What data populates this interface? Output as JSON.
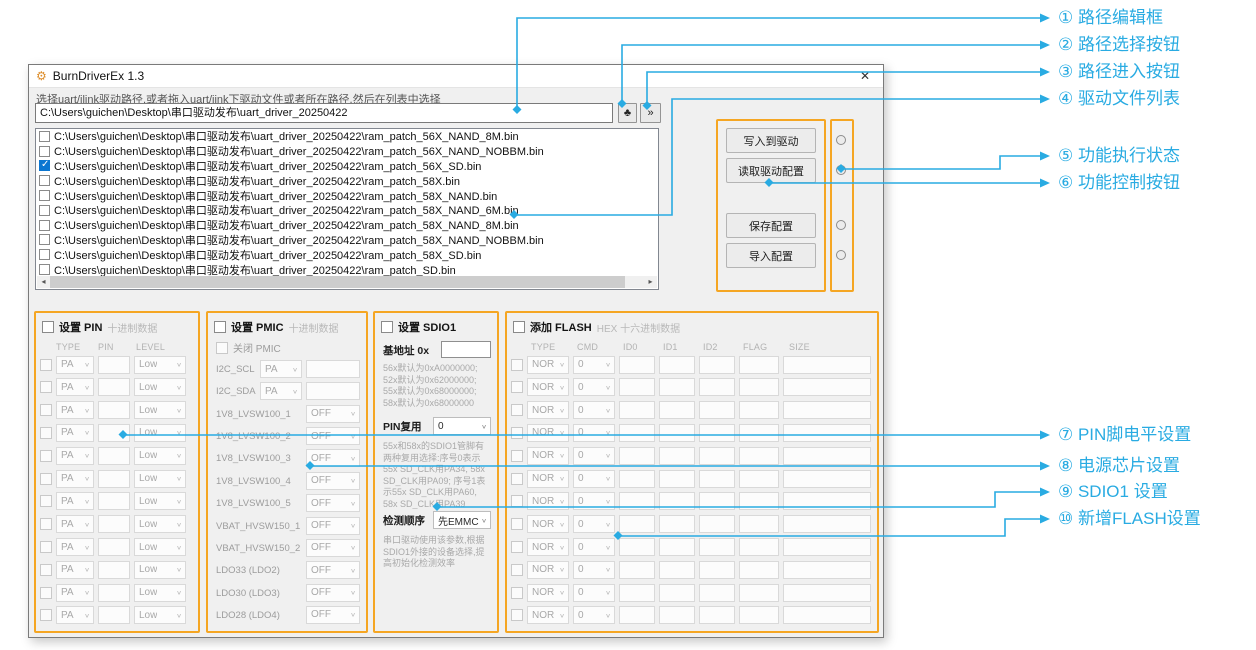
{
  "annotations": {
    "accent_color": "#29ABE2",
    "highlight_color": "#F5A623",
    "labels": [
      "① 路径编辑框",
      "② 路径选择按钮",
      "③ 路径进入按钮",
      "④ 驱动文件列表",
      "⑤ 功能执行状态",
      "⑥ 功能控制按钮",
      "⑦ PIN脚电平设置",
      "⑧ 电源芯片设置",
      "⑨ SDIO1 设置",
      "⑩ 新增FLASH设置"
    ]
  },
  "window": {
    "title": "BurnDriverEx 1.3",
    "close_glyph": "✕",
    "app_icon_glyph": "⚙",
    "instruction": "选择uart/jlink驱动路径,或者拖入uart/jink下驱动文件或者所在路径,然后在列表中选择",
    "path_value": "C:\\Users\\guichen\\Desktop\\串口驱动发布\\uart_driver_20250422",
    "browse_icon": "♣",
    "enter_icon": "»"
  },
  "files": [
    {
      "path": "C:\\Users\\guichen\\Desktop\\串口驱动发布\\uart_driver_20250422\\ram_patch_56X_NAND_8M.bin",
      "checked": false
    },
    {
      "path": "C:\\Users\\guichen\\Desktop\\串口驱动发布\\uart_driver_20250422\\ram_patch_56X_NAND_NOBBM.bin",
      "checked": false
    },
    {
      "path": "C:\\Users\\guichen\\Desktop\\串口驱动发布\\uart_driver_20250422\\ram_patch_56X_SD.bin",
      "checked": true
    },
    {
      "path": "C:\\Users\\guichen\\Desktop\\串口驱动发布\\uart_driver_20250422\\ram_patch_58X.bin",
      "checked": false
    },
    {
      "path": "C:\\Users\\guichen\\Desktop\\串口驱动发布\\uart_driver_20250422\\ram_patch_58X_NAND.bin",
      "checked": false
    },
    {
      "path": "C:\\Users\\guichen\\Desktop\\串口驱动发布\\uart_driver_20250422\\ram_patch_58X_NAND_6M.bin",
      "checked": false
    },
    {
      "path": "C:\\Users\\guichen\\Desktop\\串口驱动发布\\uart_driver_20250422\\ram_patch_58X_NAND_8M.bin",
      "checked": false
    },
    {
      "path": "C:\\Users\\guichen\\Desktop\\串口驱动发布\\uart_driver_20250422\\ram_patch_58X_NAND_NOBBM.bin",
      "checked": false
    },
    {
      "path": "C:\\Users\\guichen\\Desktop\\串口驱动发布\\uart_driver_20250422\\ram_patch_58X_SD.bin",
      "checked": false
    },
    {
      "path": "C:\\Users\\guichen\\Desktop\\串口驱动发布\\uart_driver_20250422\\ram_patch_SD.bin",
      "checked": false
    }
  ],
  "actions": {
    "write_driver": "写入到驱动",
    "read_config": "读取驱动配置",
    "save_config": "保存配置",
    "import_config": "导入配置"
  },
  "pin": {
    "title": "设置 PIN",
    "subtitle": "十进制数据",
    "headers": [
      "TYPE",
      "PIN",
      "LEVEL"
    ],
    "rows": [
      {
        "type": "PA",
        "level": "Low"
      },
      {
        "type": "PA",
        "level": "Low"
      },
      {
        "type": "PA",
        "level": "Low"
      },
      {
        "type": "PA",
        "level": "Low"
      },
      {
        "type": "PA",
        "level": "Low"
      },
      {
        "type": "PA",
        "level": "Low"
      },
      {
        "type": "PA",
        "level": "Low"
      },
      {
        "type": "PA",
        "level": "Low"
      },
      {
        "type": "PA",
        "level": "Low"
      },
      {
        "type": "PA",
        "level": "Low"
      },
      {
        "type": "PA",
        "level": "Low"
      },
      {
        "type": "PA",
        "level": "Low"
      }
    ]
  },
  "pmic": {
    "title": "设置 PMIC",
    "subtitle": "十进制数据",
    "disable_label": "关闭 PMIC",
    "i2c_rows": [
      {
        "label": "I2C_SCL",
        "value": "PA"
      },
      {
        "label": "I2C_SDA",
        "value": "PA"
      }
    ],
    "switch_rows": [
      {
        "label": "1V8_LVSW100_1",
        "value": "OFF"
      },
      {
        "label": "1V8_LVSW100_2",
        "value": "OFF"
      },
      {
        "label": "1V8_LVSW100_3",
        "value": "OFF"
      },
      {
        "label": "1V8_LVSW100_4",
        "value": "OFF"
      },
      {
        "label": "1V8_LVSW100_5",
        "value": "OFF"
      },
      {
        "label": "VBAT_HVSW150_1",
        "value": "OFF"
      },
      {
        "label": "VBAT_HVSW150_2",
        "value": "OFF"
      },
      {
        "label": "LDO33 (LDO2)",
        "value": "OFF"
      },
      {
        "label": "LDO30 (LDO3)",
        "value": "OFF"
      },
      {
        "label": "LDO28 (LDO4)",
        "value": "OFF"
      }
    ]
  },
  "sdio": {
    "title": "设置 SDIO1",
    "base_label": "基地址 0x",
    "base_hints": [
      "56x默认为0xA0000000;",
      "52x默认为0x62000000;",
      "55x默认为0x68000000;",
      "58x默认为0x68000000"
    ],
    "mux_label": "PIN复用",
    "mux_value": "0",
    "mux_hint": "55x和58x的SDIO1管脚有两种复用选择:序号0表示55x SD_CLK用PA34, 58x SD_CLK用PA09; 序号1表示55x SD_CLK用PA60, 58x SD_CLK用PA39",
    "order_label": "检测顺序",
    "order_value": "先EMMC",
    "note": "串口驱动使用该参数,根据SDIO1外接的设备选择,提高初始化检测效率"
  },
  "flash": {
    "title": "添加 FLASH",
    "subtitle": "HEX 十六进制数据",
    "headers": [
      "TYPE",
      "CMD",
      "ID0",
      "ID1",
      "ID2",
      "FLAG",
      "SIZE"
    ],
    "rows": [
      {
        "type": "NOR",
        "cmd": "0"
      },
      {
        "type": "NOR",
        "cmd": "0"
      },
      {
        "type": "NOR",
        "cmd": "0"
      },
      {
        "type": "NOR",
        "cmd": "0"
      },
      {
        "type": "NOR",
        "cmd": "0"
      },
      {
        "type": "NOR",
        "cmd": "0"
      },
      {
        "type": "NOR",
        "cmd": "0"
      },
      {
        "type": "NOR",
        "cmd": "0"
      },
      {
        "type": "NOR",
        "cmd": "0"
      },
      {
        "type": "NOR",
        "cmd": "0"
      },
      {
        "type": "NOR",
        "cmd": "0"
      },
      {
        "type": "NOR",
        "cmd": "0"
      }
    ]
  }
}
